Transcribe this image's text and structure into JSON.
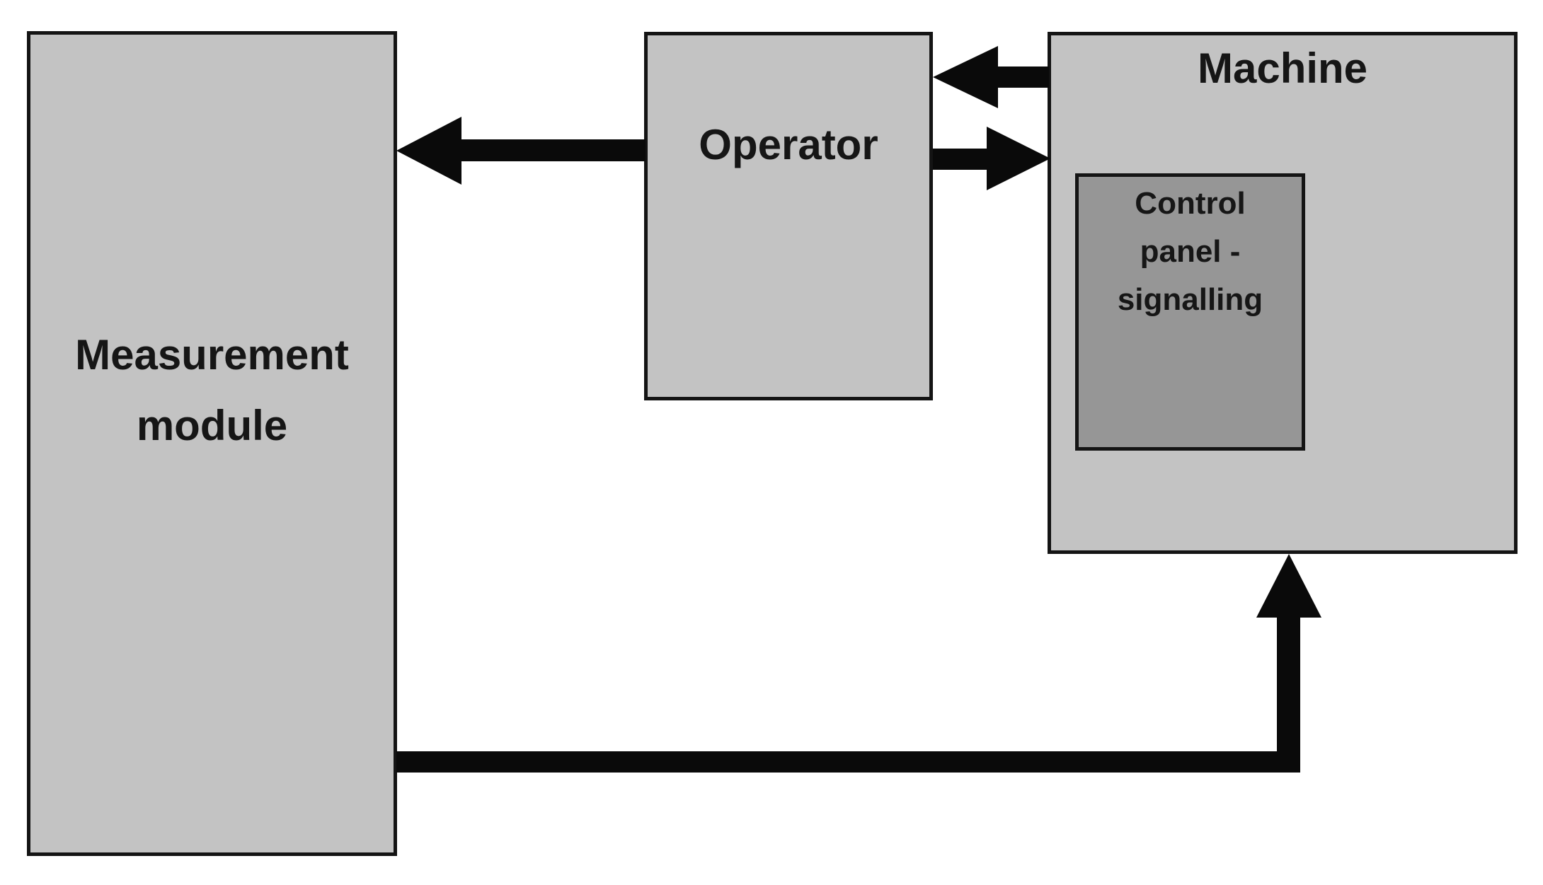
{
  "nodes": {
    "measurement_module": {
      "label": "Measurement module"
    },
    "operator": {
      "label": "Operator"
    },
    "machine": {
      "label": "Machine"
    },
    "control_panel": {
      "label": "Control panel - signalling"
    }
  },
  "arrows": [
    {
      "name": "operator-to-measurement-module",
      "from": "Operator",
      "to": "Measurement module",
      "direction": "left"
    },
    {
      "name": "machine-to-operator",
      "from": "Machine",
      "to": "Operator",
      "direction": "left"
    },
    {
      "name": "operator-to-machine",
      "from": "Operator",
      "to": "Machine",
      "direction": "right"
    },
    {
      "name": "measurement-module-to-machine",
      "from": "Measurement module",
      "to": "Machine",
      "direction": "up",
      "shape": "elbow"
    }
  ],
  "colors": {
    "box_fill": "#c3c3c3",
    "control_panel_fill": "#969696",
    "border": "#141414",
    "arrow": "#0a0a0a",
    "background": "#ffffff",
    "text": "#161616"
  }
}
